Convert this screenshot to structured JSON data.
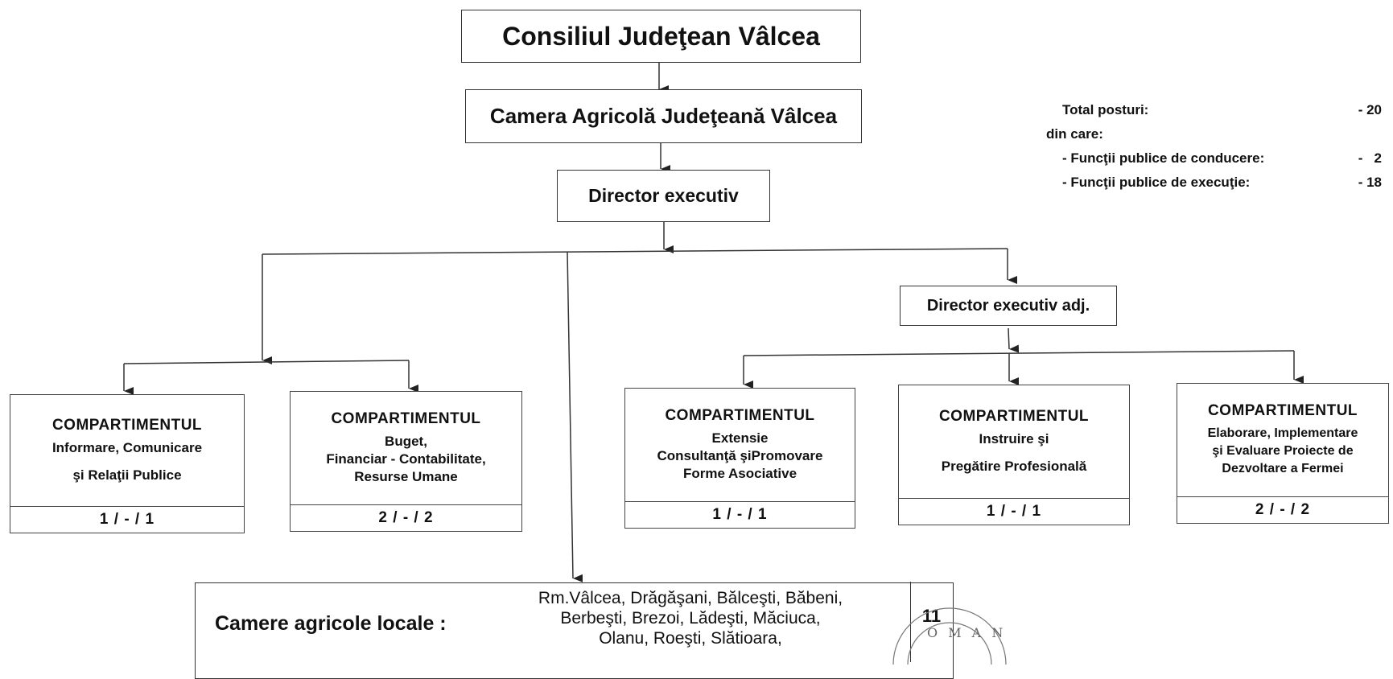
{
  "chart": {
    "top": "Consiliul Judeţean Vâlcea",
    "chamber": "Camera Agricolă Judeţeană Vâlcea",
    "director": "Director executiv",
    "deputy": "Director executiv adj."
  },
  "departments": [
    {
      "heading": "COMPARTIMENTUL",
      "lines": [
        "Informare, Comunicare",
        "şi Relaţii Publice"
      ],
      "count": "1 / - / 1"
    },
    {
      "heading": "COMPARTIMENTUL",
      "lines": [
        "Buget,",
        "Financiar - Contabilitate,",
        "Resurse Umane"
      ],
      "count": "2 / - / 2"
    },
    {
      "heading": "COMPARTIMENTUL",
      "lines": [
        "Extensie",
        "Consultanţă şiPromovare",
        "Forme Asociative"
      ],
      "count": "1 / - / 1"
    },
    {
      "heading": "COMPARTIMENTUL",
      "lines": [
        "Instruire şi",
        "Pregătire Profesională"
      ],
      "count": "1 / - / 1"
    },
    {
      "heading": "COMPARTIMENTUL",
      "lines": [
        "Elaborare, Implementare",
        "şi Evaluare Proiecte de",
        "Dezvoltare a Fermei"
      ],
      "count": "2 / - / 2"
    }
  ],
  "totals": {
    "total_label": "Total posturi:",
    "total_value": "- 20",
    "of_which": "din care:",
    "mgmt_label": "- Funcţii publice de conducere:",
    "mgmt_value": "-   2",
    "exec_label": "- Funcţii publice de execuţie:",
    "exec_value": "- 18"
  },
  "local": {
    "label": "Camere agricole locale :",
    "towns": [
      "Rm.Vâlcea, Drăgăşani, Bălceşti, Băbeni,",
      "Berbeşti, Brezoi, Lădeşti, Măciuca,",
      "Olanu, Roeşti, Slătioara,"
    ],
    "count": "11"
  },
  "stamp": {
    "text": "ROMANIA"
  }
}
